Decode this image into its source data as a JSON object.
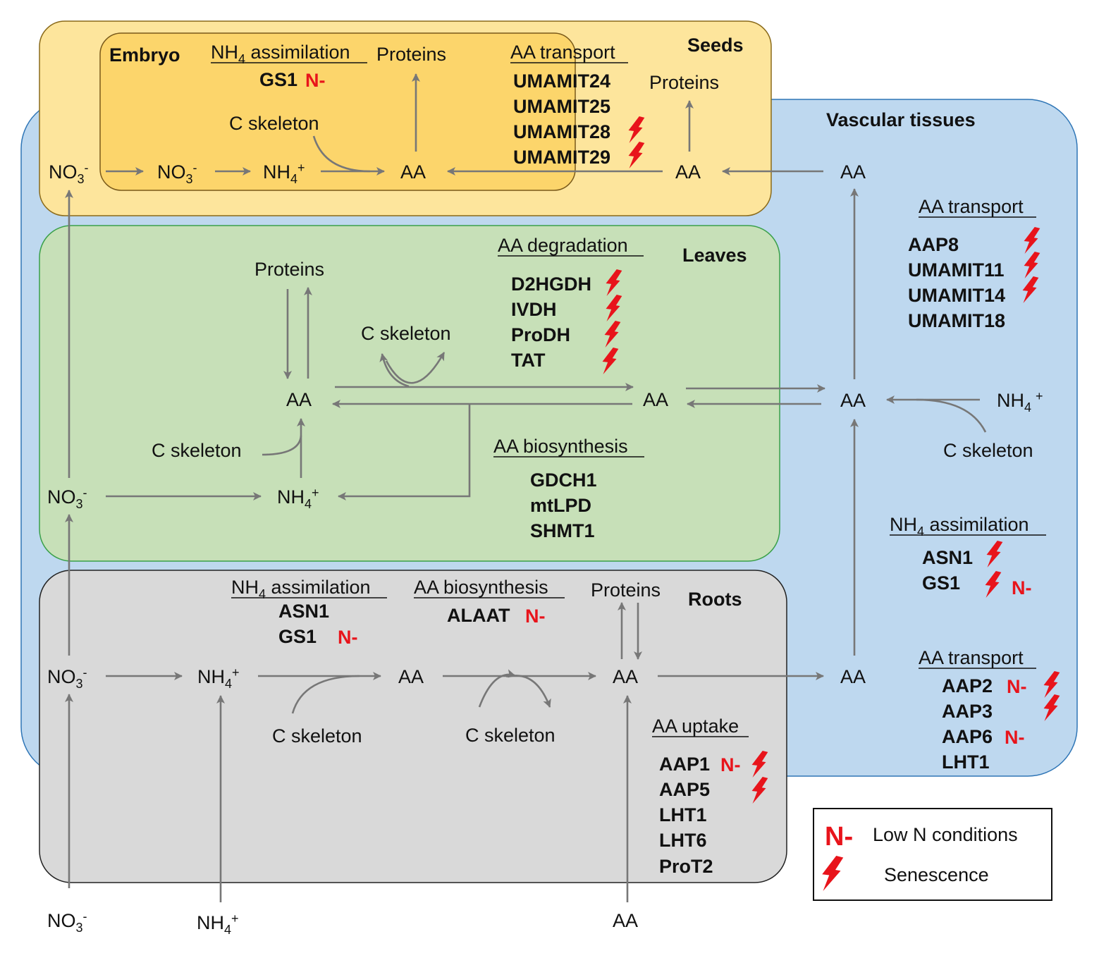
{
  "colors": {
    "seeds_fill": "#fde59c",
    "embryo_fill": "#fcd56b",
    "vascular_fill": "#bed8ef",
    "leaves_fill": "#c7e0b8",
    "roots_fill": "#d9d9d9",
    "arrow": "#777777",
    "accent_red": "#e8141b"
  },
  "compartments": {
    "seeds": "Seeds",
    "embryo": "Embryo",
    "vascular": "Vascular tissues",
    "leaves": "Leaves",
    "roots": "Roots"
  },
  "labels": {
    "nh4_assim_prefix": "NH",
    "nh4_assim_sub": "4",
    "nh4_assim_suffix": " assimilation",
    "aa_transport": "AA transport",
    "aa_degradation": "AA degradation",
    "aa_biosynthesis": "AA biosynthesis",
    "aa_uptake": "AA uptake",
    "proteins": "Proteins",
    "c_skeleton": "C skeleton",
    "aa": "AA",
    "no3_base": "NO",
    "no3_sub": "3",
    "no3_sup": "-",
    "nh4_base": "NH",
    "nh4_sub": "4",
    "nh4_sup": "+",
    "low_n": "N-"
  },
  "genes": {
    "embryo_gs1": "GS1",
    "seed_transport": [
      "UMAMIT24",
      "UMAMIT25",
      "UMAMIT28",
      "UMAMIT29"
    ],
    "leaf_degradation": [
      "D2HGDH",
      "IVDH",
      "ProDH",
      "TAT"
    ],
    "leaf_biosynthesis": [
      "GDCH1",
      "mtLPD",
      "SHMT1"
    ],
    "vascular_transport_top": [
      "AAP8",
      "UMAMIT11",
      "UMAMIT14",
      "UMAMIT18"
    ],
    "vascular_nh4": [
      "ASN1",
      "GS1"
    ],
    "vascular_transport_bottom": [
      "AAP2",
      "AAP3",
      "AAP6",
      "LHT1"
    ],
    "root_nh4": [
      "ASN1",
      "GS1"
    ],
    "root_biosynthesis": "ALAAT",
    "root_uptake": [
      "AAP1",
      "AAP5",
      "LHT1",
      "LHT6",
      "ProT2"
    ]
  },
  "legend": {
    "low_n_symbol": "N-",
    "low_n_text": "Low N conditions",
    "senescence_text": "Senescence"
  }
}
